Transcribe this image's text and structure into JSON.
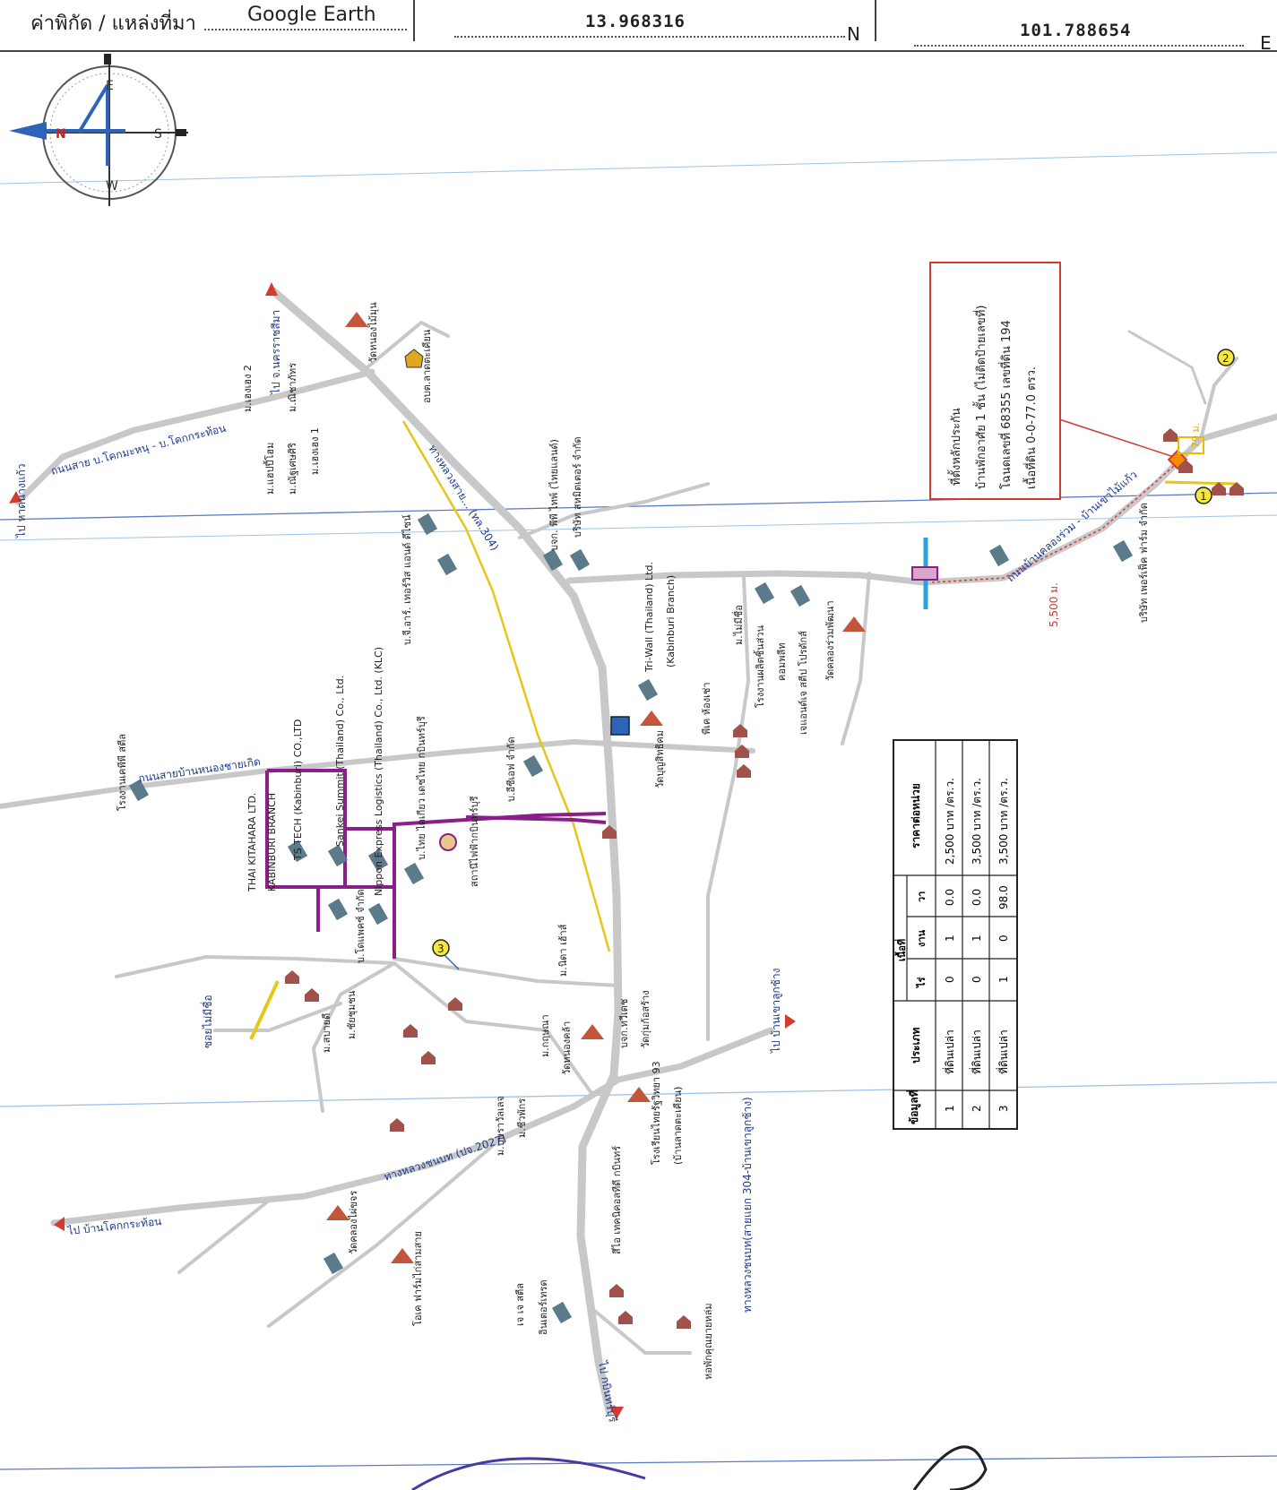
{
  "header": {
    "source_label": "ค่าพิกัด / แหล่งที่มา",
    "source_value": "Google Earth",
    "lat_value": "13.968316",
    "lat_suffix": "N",
    "lon_value": "101.788654",
    "lon_suffix": "E"
  },
  "compass": {
    "n": "N",
    "e": "E",
    "s": "S",
    "w": "W",
    "center": "4"
  },
  "colors": {
    "road": "#c8c8c8",
    "water_line": "#9ec3e6",
    "blue_line": "#5a7bc7",
    "purple": "#8a1f8a",
    "yellow": "#e6c619",
    "red": "#d43b2f",
    "label_blue": "#1d3b8f",
    "building": "#5b7a8a"
  },
  "roads": {
    "nh304": "ทางหลวงสาย... (ทล.304)",
    "local_north": "ถนนสาย บ.โคกมะหนุ - บ.โคกกระท้อน",
    "khlong_ruam": "ถนนบ้านคลองร่วม - บ้านเขาไม้แก้ว",
    "nong_khai_koet": "ถนนสายบ้านหนองชายเกิด",
    "pj2027": "ทางหลวงชนบท (ปจ.2027)",
    "rural_304": "ทางหลวงชนบท(สายแยก 304-บ้านเขาลูกช้าง)",
    "soi_mai_mi_chue": "ซอยไม่มีชื่อ"
  },
  "directions": {
    "to_korat": "ไป จ.นครราชสีมา",
    "to_hat_nang_kaeo": "ไป หาดนางแก้ว",
    "to_khok_kra_thon": "ไป บ้านโคกกระท้อน",
    "to_khao_luk_chang": "ไป บ้านเขาลูกช้าง",
    "to_south": "ไป กบินทร์บุรี"
  },
  "places": {
    "wat_nong_mai_mun": "วัดหนองไม้มุน",
    "aobt": "อบต.ลาดตะเคียน",
    "m_sengseng2": "ม.เฮงเฮง 2",
    "m_happy_home": "ม.แฮปปี้โฮม",
    "m_naritcha": "ม.ณิชาภัทร",
    "m_nutsiri": "ม.ณัฐเศษศิริ",
    "m_sengseng1": "ม.เฮงเฮง 1",
    "gr_design": "บ.จี.อาร์. เทอร์วิส แอนด์ ดีไซน์",
    "pp_thai": "บจก. พีพี ไทพ์ (ไทยแลนด์)",
    "sanmit": "บริษัท สหมิตเตอร์ จำกัด",
    "triwall": "Tri-Wall (Thailand) Ltd.",
    "triwall_branch": "(Kabinburi Branch)",
    "m_maimichue": "ม.ไม่มีชื่อ",
    "factory_chuen": "โรงงานผลิตชิ้นส่วน",
    "complete": "คอมพลีท",
    "gen_strip": "เจแอนด์เจ สตีป โปรดักส์",
    "wat_khlong_ruam": "วัดคลองร่วมพัฒนา",
    "wat_boon": "วัดบุญสิทธิคม",
    "pe_hong_chao": "พีเค ห้องเช่า",
    "thai_kitahara": "THAI KITAHARA LTD.",
    "kabinburi_branch": "KABINBURI BRANCH",
    "ts_tech": "TS TECH (Kabinburi) CO.,LTD",
    "sankei": "Sankei Summit (Thailand) Co., Ltd.",
    "nippon": "Nippon Express Logistics (Thailand) Co., Ltd. (KLC)",
    "thai_daikyo": "บ.ไทย ไดเกียว เดชไทย กบินทร์บุรี",
    "substation": "สถานีไฟฟ้ากบินทร์บุรี",
    "sbs": "บ.อีซีเอฟ จำกัด",
    "one_steel": "โรงงานเคพีพี สตีล",
    "dowell": "บ.โดแพคซ์ จำกัด",
    "m_chanmai": "ม.ชัยชุมชน",
    "m_sabai": "ม.สบายดี",
    "m_nida": "ม.นิดา เฮ้าส์",
    "m_kritsana": "ม.กฤษณา",
    "wat_nong_kha": "วัดหนองคล้า",
    "bjk_thaweet": "บจก.ทวีเดช",
    "wat_kho_sang": "วัดกุ่มก้อสร้าง",
    "m_putsarawan": "ม.บุษราวัลเลจ",
    "m_cheewaphak": "ม.ชีวพักร",
    "school": "โรงเรียนไทยรัฐวิทยา 93",
    "school_sub": "(บ้านลาดตะเคียน)",
    "wat_khok_phai": "วัดคลองไผ่ขจร",
    "farm": "โอเค ฟาร์มไก่สามสาย",
    "siam_steel": "เจ เจ สตีล",
    "innovation": "อินเตอร์เทรด",
    "sco_technics": "สีไอ เทคนิคอลทีดี กบินทร์",
    "dorm": "หอพักคุณยายหล่ม",
    "petrufield": "บริษัท เพอร์เฟ็ค ฟาร์ม จำกัด"
  },
  "distances": {
    "d1": "5,500 ม.",
    "d2": "79 ม."
  },
  "markers": [
    "1",
    "2",
    "3"
  ],
  "infobox": {
    "line1": "ที่ตั้งหลักประกัน",
    "line2": "บ้านพักอาศัย 1 ชั้น (ไม่ติดป้ายเลขที่)",
    "line3": "โฉนดเลขที่ 68355 เลขที่ดิน 194",
    "line4": "เนื้อที่ดิน 0-0-77.0 ตรว."
  },
  "price_table": {
    "headers": {
      "no": "ข้อมูลที่",
      "type": "ประเภท",
      "area": "เนื้อที่",
      "rai": "ไร่",
      "ngan": "งาน",
      "wa": "วา",
      "price": "ราคาต่อหน่วย"
    },
    "rows": [
      {
        "no": "1",
        "type": "ที่ดินเปล่า",
        "rai": "0",
        "ngan": "1",
        "wa": "0.0",
        "price": "2,500 บาท /ตร.ว."
      },
      {
        "no": "2",
        "type": "ที่ดินเปล่า",
        "rai": "0",
        "ngan": "1",
        "wa": "0.0",
        "price": "3,500 บาท /ตร.ว."
      },
      {
        "no": "3",
        "type": "ที่ดินเปล่า",
        "rai": "1",
        "ngan": "0",
        "wa": "98.0",
        "price": "3,500 บาท /ตร.ว."
      }
    ]
  }
}
